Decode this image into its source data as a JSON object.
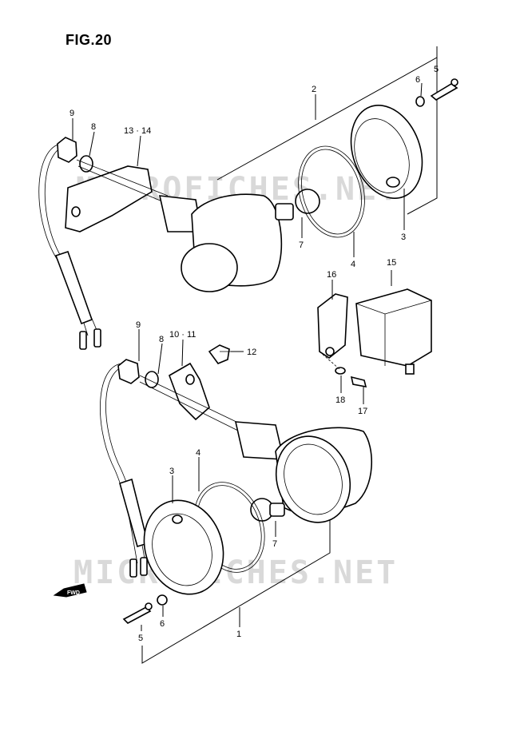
{
  "figure": {
    "title": "FIG.20"
  },
  "watermark": {
    "text": "MICROFICHES.NET"
  },
  "direction_marker": {
    "text": "FWD"
  },
  "callouts": {
    "c1": "1",
    "c2": "2",
    "c3a": "3",
    "c3b": "3",
    "c4a": "4",
    "c4b": "4",
    "c5a": "5",
    "c5b": "5",
    "c6a": "6",
    "c6b": "6",
    "c7a": "7",
    "c7b": "7",
    "c8a": "8",
    "c8b": "8",
    "c9a": "9",
    "c9b": "9",
    "c10_11": "10 · 11",
    "c12": "12",
    "c13_14": "13 · 14",
    "c15": "15",
    "c16": "16",
    "c17": "17",
    "c18": "18"
  }
}
